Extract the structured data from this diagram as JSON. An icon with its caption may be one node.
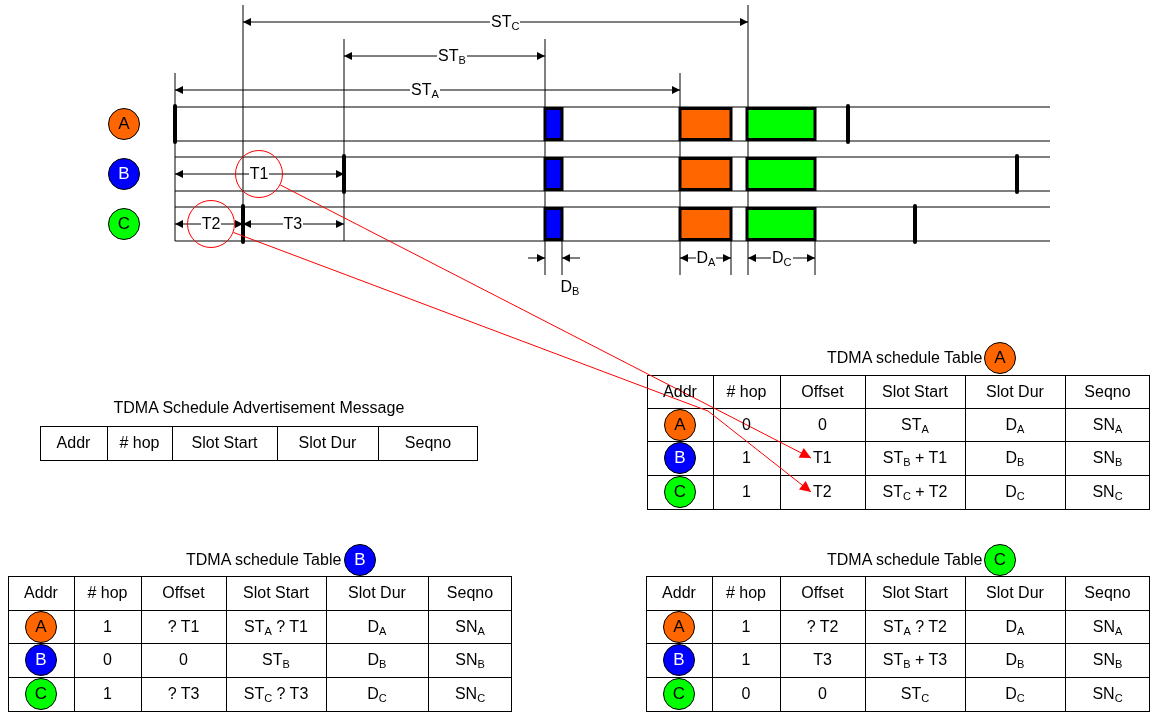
{
  "diagram": {
    "nodes": [
      {
        "text": [
          "A"
        ]
      },
      {
        "text": [
          "B"
        ]
      },
      {
        "text": [
          "C"
        ]
      },
      {
        "text": [
          "T1"
        ]
      },
      {
        "text": [
          "T2"
        ]
      },
      {
        "text": [
          "A"
        ]
      },
      {
        "text": [
          "A"
        ]
      },
      {
        "text": [
          "B"
        ]
      },
      {
        "text": [
          "T1"
        ]
      },
      {
        "text": [
          "C"
        ]
      },
      {
        "text": [
          "T2"
        ]
      },
      {
        "text": [
          "B"
        ]
      },
      {
        "text": [
          "A"
        ]
      },
      {
        "text": [
          "B"
        ]
      },
      {
        "text": [
          "C"
        ]
      },
      {
        "text": [
          "C"
        ]
      },
      {
        "text": [
          "A"
        ]
      },
      {
        "text": [
          "B"
        ]
      },
      {
        "text": [
          "C"
        ]
      }
    ],
    "edges": [
      {
        "from": 3,
        "to": 8,
        "arrow": "to",
        "color": "#ff0000"
      },
      {
        "from": 4,
        "to": 10,
        "arrow": "to",
        "color": "#ff0000"
      }
    ],
    "labels": [
      "ST$_{C}$",
      "ST$_{B}$",
      "ST$_{A}$",
      "T3",
      "D$_{B}$",
      "D$_{A}$",
      "D$_{C}$",
      "TDMA schedule Table",
      "Addr",
      "# hop",
      "Offset",
      "Slot Start",
      "Slot Dur",
      "Seqno",
      "0",
      "0",
      "ST$_{A}$",
      "D$_{A}$",
      "SN$_{A}$",
      "1",
      "ST$_{B}$ + T1",
      "D$_{B}$",
      "SN$_{B}$",
      "1",
      "ST$_{C}$ + T2",
      "D$_{C}$",
      "SN$_{C}$",
      "TDMA Schedule Advertisement Message",
      "Addr",
      "# hop",
      "Slot Start",
      "Slot Dur",
      "Seqno",
      "TDMA schedule Table",
      "Addr",
      "# hop",
      "Offset",
      "Slot Start",
      "Slot Dur",
      "Seqno",
      "1",
      "? T1",
      "ST$_{A}$ ? T1",
      "D$_{A}$",
      "SN$_{A}$",
      "0",
      "0",
      "ST$_{B}$",
      "D$_{B}$",
      "SN$_{B}$",
      "1",
      "? T3",
      "ST$_{C}$ ? T3",
      "D$_{C}$",
      "SN$_{C}$",
      "TDMA schedule Table",
      "Addr",
      "# hop",
      "Offset",
      "Slot Start",
      "Slot Dur",
      "Seqno",
      "1",
      "? T2",
      "ST$_{A}$ ? T2",
      "D$_{A}$",
      "SN$_{A}$",
      "1",
      "T3",
      "ST$_{B}$ + T3",
      "D$_{B}$",
      "SN$_{B}$",
      "0",
      "0",
      "ST$_{C}$",
      "D$_{C}$",
      "SN$_{C}$"
    ]
  }
}
